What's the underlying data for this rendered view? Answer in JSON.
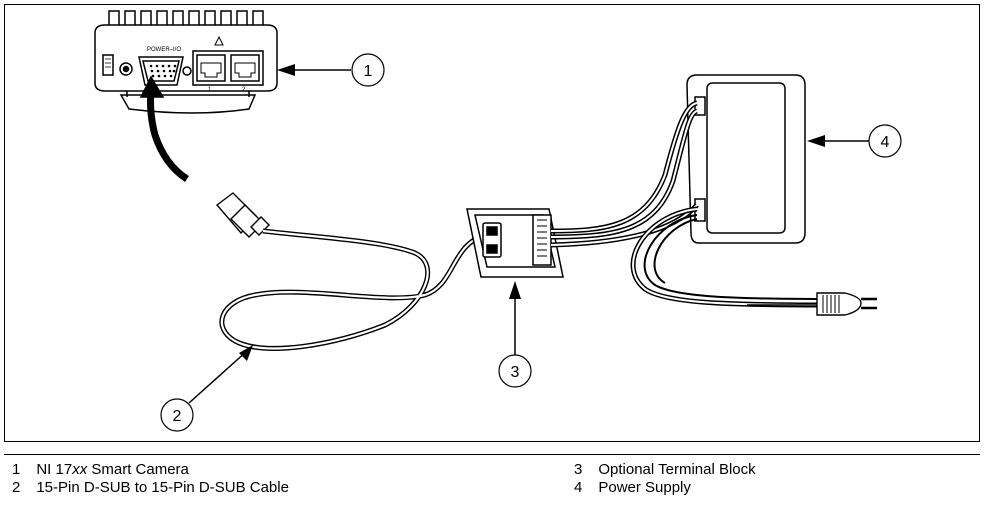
{
  "callouts": [
    "1",
    "2",
    "3",
    "4"
  ],
  "camera_labels": {
    "power": "POWER–I/O",
    "port1": "1",
    "port2": "2"
  },
  "legend": [
    {
      "num": "1",
      "pre": "NI 17",
      "italic": "xx",
      "post": " Smart Camera"
    },
    {
      "num": "2",
      "pre": "15-Pin D-SUB to 15-Pin D-SUB Cable",
      "italic": "",
      "post": ""
    },
    {
      "num": "3",
      "pre": "Optional Terminal Block",
      "italic": "",
      "post": ""
    },
    {
      "num": "4",
      "pre": "Power Supply",
      "italic": "",
      "post": ""
    }
  ]
}
